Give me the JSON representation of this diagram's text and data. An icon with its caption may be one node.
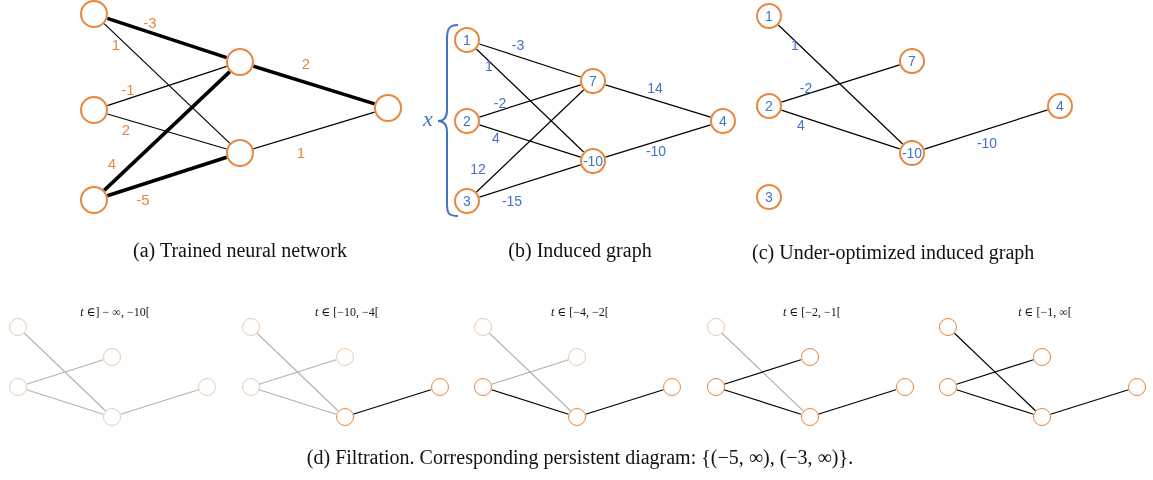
{
  "diagram": {
    "nodes": [
      {
        "text": [],
        "shape": "circle"
      },
      {
        "text": [],
        "shape": "circle"
      },
      {
        "text": [],
        "shape": "circle"
      },
      {
        "text": [],
        "shape": "circle"
      },
      {
        "text": [],
        "shape": "circle"
      },
      {
        "text": [],
        "shape": "circle"
      },
      {
        "text": [
          "1"
        ]
      },
      {
        "text": [
          "2"
        ]
      },
      {
        "text": [
          "3"
        ]
      },
      {
        "text": [
          "7"
        ]
      },
      {
        "text": [
          "-10"
        ]
      },
      {
        "text": [
          "4"
        ]
      },
      {
        "text": [
          "1"
        ]
      },
      {
        "text": [
          "2"
        ]
      },
      {
        "text": [
          "3"
        ]
      },
      {
        "text": [
          "7"
        ]
      },
      {
        "text": [
          "-10"
        ]
      },
      {
        "text": [
          "4"
        ]
      },
      {
        "text": [],
        "shape": "circle"
      },
      {
        "text": [],
        "shape": "circle"
      },
      {
        "text": [],
        "shape": "circle"
      },
      {
        "text": [],
        "shape": "circle"
      },
      {
        "text": [],
        "shape": "circle"
      },
      {
        "text": [],
        "shape": "circle"
      },
      {
        "text": [],
        "shape": "circle"
      },
      {
        "text": [],
        "shape": "circle"
      },
      {
        "text": [],
        "shape": "circle"
      },
      {
        "text": [],
        "shape": "circle"
      },
      {
        "text": [],
        "shape": "circle"
      },
      {
        "text": [],
        "shape": "circle"
      },
      {
        "text": [],
        "shape": "circle"
      },
      {
        "text": [],
        "shape": "circle"
      },
      {
        "text": [],
        "shape": "circle"
      },
      {
        "text": [],
        "shape": "circle"
      },
      {
        "text": [],
        "shape": "circle"
      },
      {
        "text": [],
        "shape": "circle"
      },
      {
        "text": [],
        "shape": "circle"
      },
      {
        "text": [],
        "shape": "circle"
      },
      {
        "text": [],
        "shape": "circle"
      },
      {
        "text": [],
        "shape": "circle"
      },
      {
        "text": [],
        "shape": "circle"
      },
      {
        "text": [],
        "shape": "circle"
      },
      {
        "text": [],
        "shape": "circle"
      }
    ],
    "edges": [
      {
        "from": 0,
        "to": 3,
        "arrow": "none",
        "label": "-3",
        "style": "thick"
      },
      {
        "from": 0,
        "to": 4,
        "arrow": "none",
        "label": "1"
      },
      {
        "from": 1,
        "to": 3,
        "arrow": "none",
        "label": "-1"
      },
      {
        "from": 1,
        "to": 4,
        "arrow": "none",
        "label": "2"
      },
      {
        "from": 2,
        "to": 3,
        "arrow": "none",
        "label": "4",
        "style": "thick"
      },
      {
        "from": 2,
        "to": 4,
        "arrow": "none",
        "label": "-5",
        "style": "thick"
      },
      {
        "from": 3,
        "to": 5,
        "arrow": "none",
        "label": "2",
        "style": "thick"
      },
      {
        "from": 4,
        "to": 5,
        "arrow": "none",
        "label": "1"
      },
      {
        "from": 6,
        "to": 9,
        "arrow": "none",
        "label": "-3"
      },
      {
        "from": 6,
        "to": 10,
        "arrow": "none",
        "label": "1"
      },
      {
        "from": 7,
        "to": 9,
        "arrow": "none",
        "label": "-2"
      },
      {
        "from": 7,
        "to": 10,
        "arrow": "none",
        "label": "4"
      },
      {
        "from": 8,
        "to": 9,
        "arrow": "none",
        "label": "12"
      },
      {
        "from": 8,
        "to": 10,
        "arrow": "none",
        "label": "-15"
      },
      {
        "from": 9,
        "to": 11,
        "arrow": "none",
        "label": "14"
      },
      {
        "from": 10,
        "to": 11,
        "arrow": "none",
        "label": "-10"
      },
      {
        "from": 12,
        "to": 16,
        "arrow": "none",
        "label": "1"
      },
      {
        "from": 13,
        "to": 15,
        "arrow": "none",
        "label": "-2"
      },
      {
        "from": 13,
        "to": 16,
        "arrow": "none",
        "label": "4"
      },
      {
        "from": 16,
        "to": 17,
        "arrow": "none",
        "label": "-10"
      },
      {
        "from": 18,
        "to": 21,
        "arrow": "none",
        "color": "#b3b3b3"
      },
      {
        "from": 20,
        "to": 19,
        "arrow": "none",
        "color": "#b3b3b3"
      },
      {
        "from": 20,
        "to": 21,
        "arrow": "none",
        "color": "#b3b3b3"
      },
      {
        "from": 21,
        "to": 22,
        "arrow": "none",
        "color": "#b3b3b3"
      },
      {
        "from": 23,
        "to": 26,
        "arrow": "none",
        "color": "#b3b3b3"
      },
      {
        "from": 25,
        "to": 24,
        "arrow": "none",
        "color": "#b3b3b3"
      },
      {
        "from": 25,
        "to": 26,
        "arrow": "none",
        "color": "#b3b3b3"
      },
      {
        "from": 26,
        "to": 27,
        "arrow": "none"
      },
      {
        "from": 28,
        "to": 31,
        "arrow": "none",
        "color": "#b3b3b3"
      },
      {
        "from": 30,
        "to": 29,
        "arrow": "none",
        "color": "#b3b3b3"
      },
      {
        "from": 30,
        "to": 31,
        "arrow": "none"
      },
      {
        "from": 31,
        "to": 32,
        "arrow": "none"
      },
      {
        "from": 33,
        "to": 36,
        "arrow": "none",
        "color": "#b3b3b3"
      },
      {
        "from": 35,
        "to": 34,
        "arrow": "none"
      },
      {
        "from": 35,
        "to": 36,
        "arrow": "none"
      },
      {
        "from": 36,
        "to": 37,
        "arrow": "none"
      },
      {
        "from": 38,
        "to": 41,
        "arrow": "none"
      },
      {
        "from": 40,
        "to": 39,
        "arrow": "none"
      },
      {
        "from": 40,
        "to": 41,
        "arrow": "none"
      },
      {
        "from": 41,
        "to": 42,
        "arrow": "none"
      }
    ],
    "labels": [
      "x",
      "(a) Trained neural network",
      "(b) Induced graph",
      "(c) Under-optimized induced graph",
      "*t* ∈] − ∞, −10[",
      "*t* ∈ [−10, −4[",
      "*t* ∈ [−4, −2[",
      "*t* ∈ [−2, −1[",
      "*t* ∈ [−1, ∞[",
      "(d) Filtration. Corresponding persistent diagram: {(−5, ∞), (−3, ∞)}."
    ]
  }
}
